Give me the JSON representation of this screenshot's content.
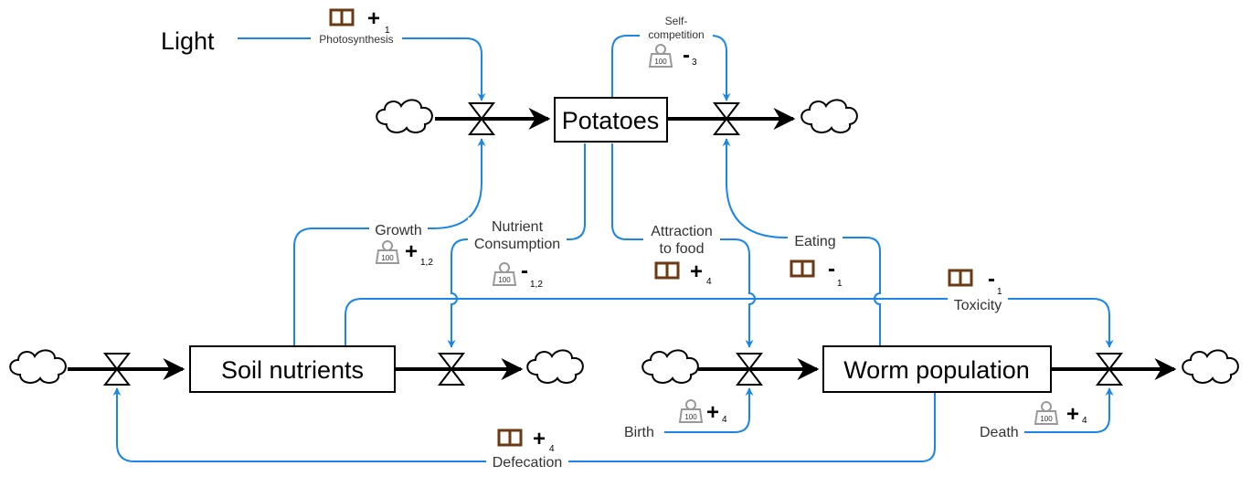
{
  "source": {
    "label": "Light"
  },
  "stocks": {
    "potatoes": "Potatoes",
    "soil": "Soil nutrients",
    "worms": "Worm population"
  },
  "links": {
    "photosynthesis": {
      "label": "Photosynthesis",
      "sign": "+",
      "sub": "1",
      "icon": "book-icon"
    },
    "self_competition": {
      "label_line1": "Self-",
      "label_line2": "competition",
      "sign": "-",
      "sub": "3",
      "icon": "weight-icon",
      "weight": "100"
    },
    "growth": {
      "label": "Growth",
      "sign": "+",
      "sub": "1,2",
      "icon": "weight-icon",
      "weight": "100"
    },
    "nutrient_consumption": {
      "label_line1": "Nutrient",
      "label_line2": "Consumption",
      "sign": "-",
      "sub": "1,2",
      "icon": "weight-icon",
      "weight": "100"
    },
    "attraction": {
      "label_line1": "Attraction",
      "label_line2": "to food",
      "sign": "+",
      "sub": "4",
      "icon": "book-icon"
    },
    "eating": {
      "label": "Eating",
      "sign": "-",
      "sub": "1",
      "icon": "book-icon"
    },
    "toxicity": {
      "label": "Toxicity",
      "sign": "-",
      "sub": "1",
      "icon": "book-icon"
    },
    "birth": {
      "label": "Birth",
      "sign": "+",
      "sub": "4",
      "icon": "weight-icon",
      "weight": "100"
    },
    "death": {
      "label": "Death",
      "sign": "+",
      "sub": "4",
      "icon": "weight-icon",
      "weight": "100"
    },
    "defecation": {
      "label": "Defecation",
      "sign": "+",
      "sub": "4",
      "icon": "book-icon"
    }
  },
  "colors": {
    "link": "#1a86e6",
    "book": "#6b3a12",
    "weight": "#999999"
  }
}
